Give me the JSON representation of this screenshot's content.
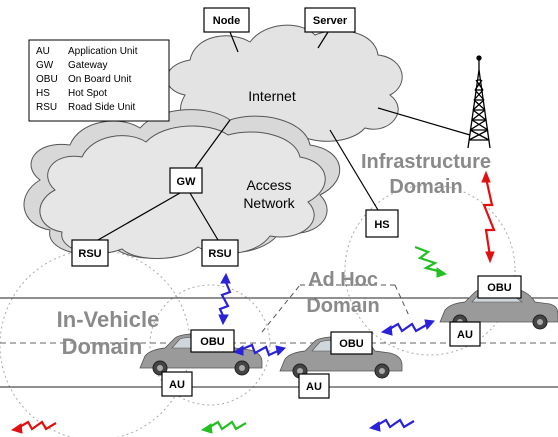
{
  "legend": {
    "items": [
      {
        "abbr": "AU",
        "desc": "Application Unit"
      },
      {
        "abbr": "GW",
        "desc": "Gateway"
      },
      {
        "abbr": "OBU",
        "desc": "On Board Unit"
      },
      {
        "abbr": "HS",
        "desc": "Hot Spot"
      },
      {
        "abbr": "RSU",
        "desc": "Road Side Unit"
      }
    ]
  },
  "nodes": {
    "node": "Node",
    "server": "Server",
    "gw": "GW",
    "hs": "HS",
    "rsu_left": "RSU",
    "rsu_right": "RSU",
    "obu_1": "OBU",
    "obu_2": "OBU",
    "obu_3": "OBU",
    "au_1": "AU",
    "au_2": "AU",
    "au_3": "AU"
  },
  "clouds": {
    "internet": "Internet",
    "access_network_line1": "Access",
    "access_network_line2": "Network"
  },
  "domains": {
    "infrastructure_line1": "Infrastructure",
    "infrastructure_line2": "Domain",
    "ad_hoc_line1": "Ad Hoc",
    "ad_hoc_line2": "Domain",
    "in_vehicle_line1": "In-Vehicle",
    "in_vehicle_line2": "Domain"
  },
  "colors": {
    "cloud_fill": "#e3e3e3",
    "cloud_stroke": "#555555",
    "domain_text": "#8a8a8a",
    "link_red": "#e01010",
    "link_green": "#22c022",
    "link_blue": "#2a22d8",
    "car_body": "#9a9a9a"
  }
}
